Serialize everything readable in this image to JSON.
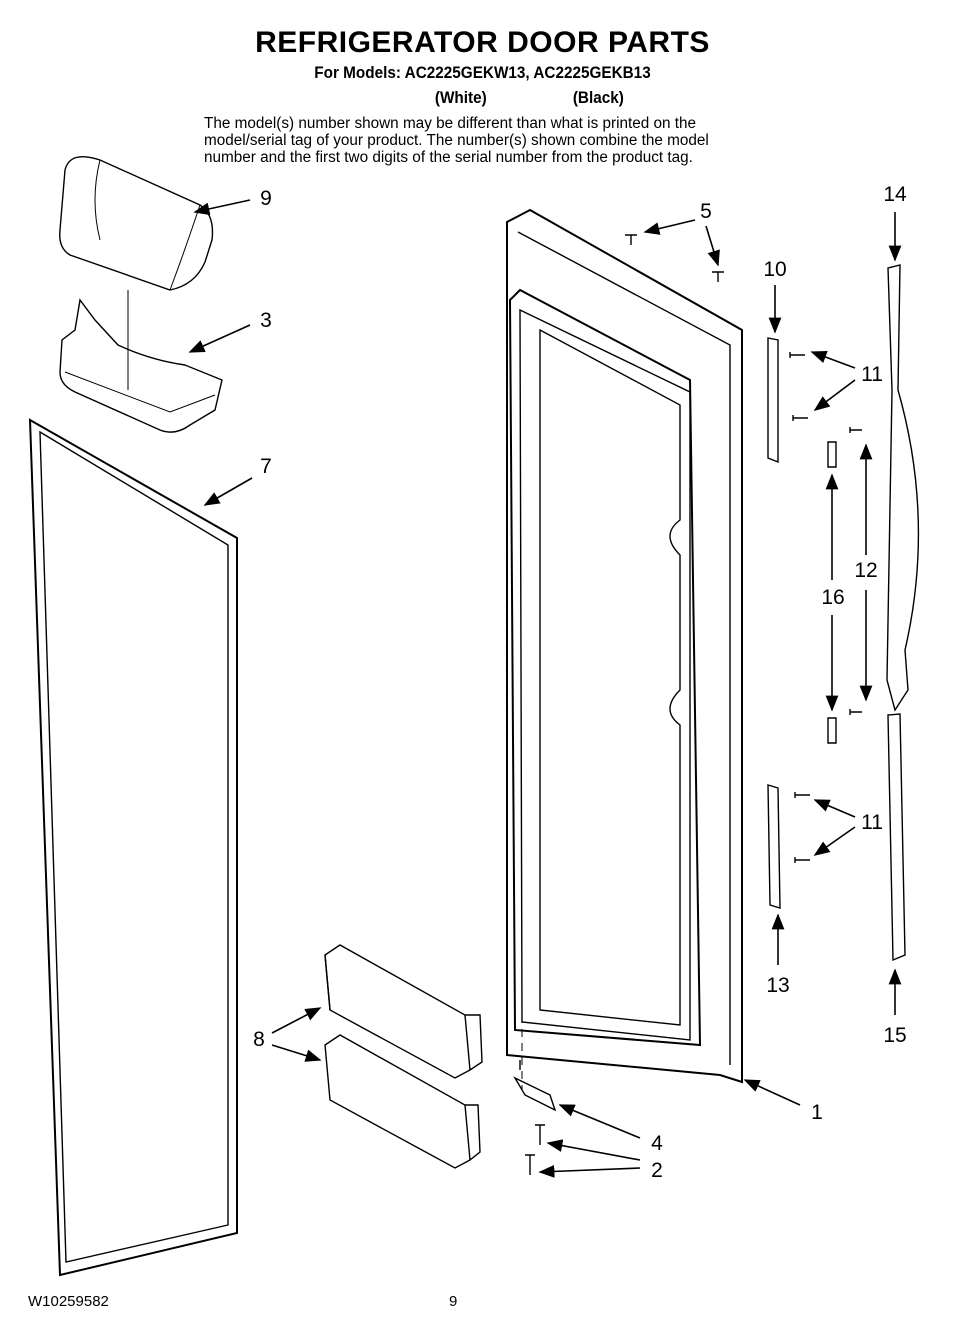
{
  "header": {
    "title": "REFRIGERATOR DOOR PARTS",
    "models_line": "For Models: AC2225GEKW13, AC2225GEKB13",
    "color_white": "(White)",
    "color_black": "(Black)",
    "note_lines": [
      "The model(s) number shown may be different than what is printed on the",
      "model/serial tag of your product. The number(s) shown combine the model",
      "number and the first two digits of the serial number from the product tag."
    ]
  },
  "callouts": {
    "c9": "9",
    "c3": "3",
    "c7": "7",
    "c5": "5",
    "c10": "10",
    "c14": "14",
    "c11a": "11",
    "c12": "12",
    "c16": "16",
    "c11b": "11",
    "c13": "13",
    "c15": "15",
    "c8": "8",
    "c1": "1",
    "c4": "4",
    "c2": "2"
  },
  "footer": {
    "doc_number": "W10259582",
    "page_number": "9"
  }
}
